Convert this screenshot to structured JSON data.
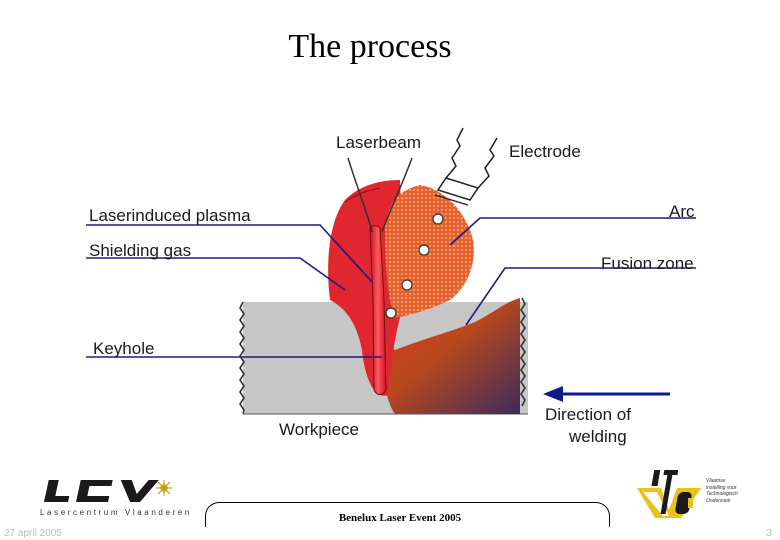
{
  "slide": {
    "title": "The process"
  },
  "diagram": {
    "labels": {
      "laserbeam": "Laserbeam",
      "electrode": "Electrode",
      "laserinduced_plasma": "Laserinduced plasma",
      "arc": "Arc",
      "shielding_gas": "Shielding gas",
      "fusion_zone": "Fusion zone",
      "keyhole": "Keyhole",
      "workpiece": "Workpiece",
      "direction_line1": "Direction of",
      "direction_line2": "welding"
    },
    "colors": {
      "label_line": "#1a1a8c",
      "plasma_red": "#e0262e",
      "arc_orange": "#e8612c",
      "workpiece_gray": "#c6c6c6",
      "direction_arrow": "#0c1a8c"
    }
  },
  "footer": {
    "event": "Benelux Laser Event 2005",
    "date": "27 april 2005",
    "page": "3",
    "left_logo": {
      "text": "LCV",
      "subtitle": "Lasercentrum Vlaanderen",
      "icon": "lcv-logo-icon"
    },
    "right_logo": {
      "text": "VITO",
      "tagline": [
        "Vlaamse",
        "instelling voor",
        "Technologisch",
        "Onderzoek"
      ],
      "icon": "vito-logo-icon"
    }
  }
}
